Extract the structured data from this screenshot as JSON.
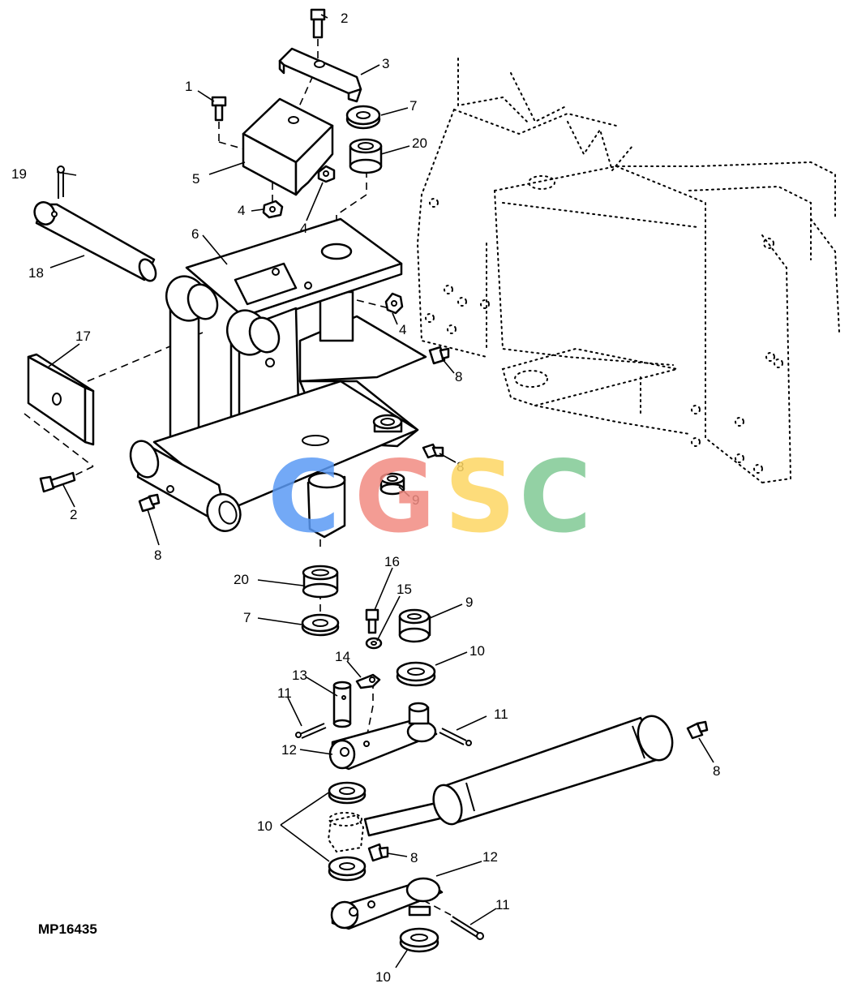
{
  "figure_id": "MP16435",
  "watermark": {
    "letters": [
      {
        "char": "C",
        "color": "#5b9bf5"
      },
      {
        "char": "G",
        "color": "#f28b82"
      },
      {
        "char": "S",
        "color": "#fdd663"
      },
      {
        "char": "C",
        "color": "#81c995"
      }
    ]
  },
  "callouts": {
    "c1": "1",
    "c2_top": "2",
    "c2_low": "2",
    "c3": "3",
    "c4_a": "4",
    "c4_b": "4",
    "c4_c": "4",
    "c5": "5",
    "c6": "6",
    "c7_top": "7",
    "c7_low": "7",
    "c8_a": "8",
    "c8_b": "8",
    "c8_c": "8",
    "c8_d": "8",
    "c8_e": "8",
    "c9_a": "9",
    "c9_b": "9",
    "c10_a": "10",
    "c10_b": "10",
    "c10_c": "10",
    "c11_a": "11",
    "c11_b": "11",
    "c11_c": "11",
    "c12_a": "12",
    "c12_b": "12",
    "c13": "13",
    "c14": "14",
    "c15": "15",
    "c16": "16",
    "c17": "17",
    "c18": "18",
    "c19": "19",
    "c20_top": "20",
    "c20_low": "20"
  }
}
